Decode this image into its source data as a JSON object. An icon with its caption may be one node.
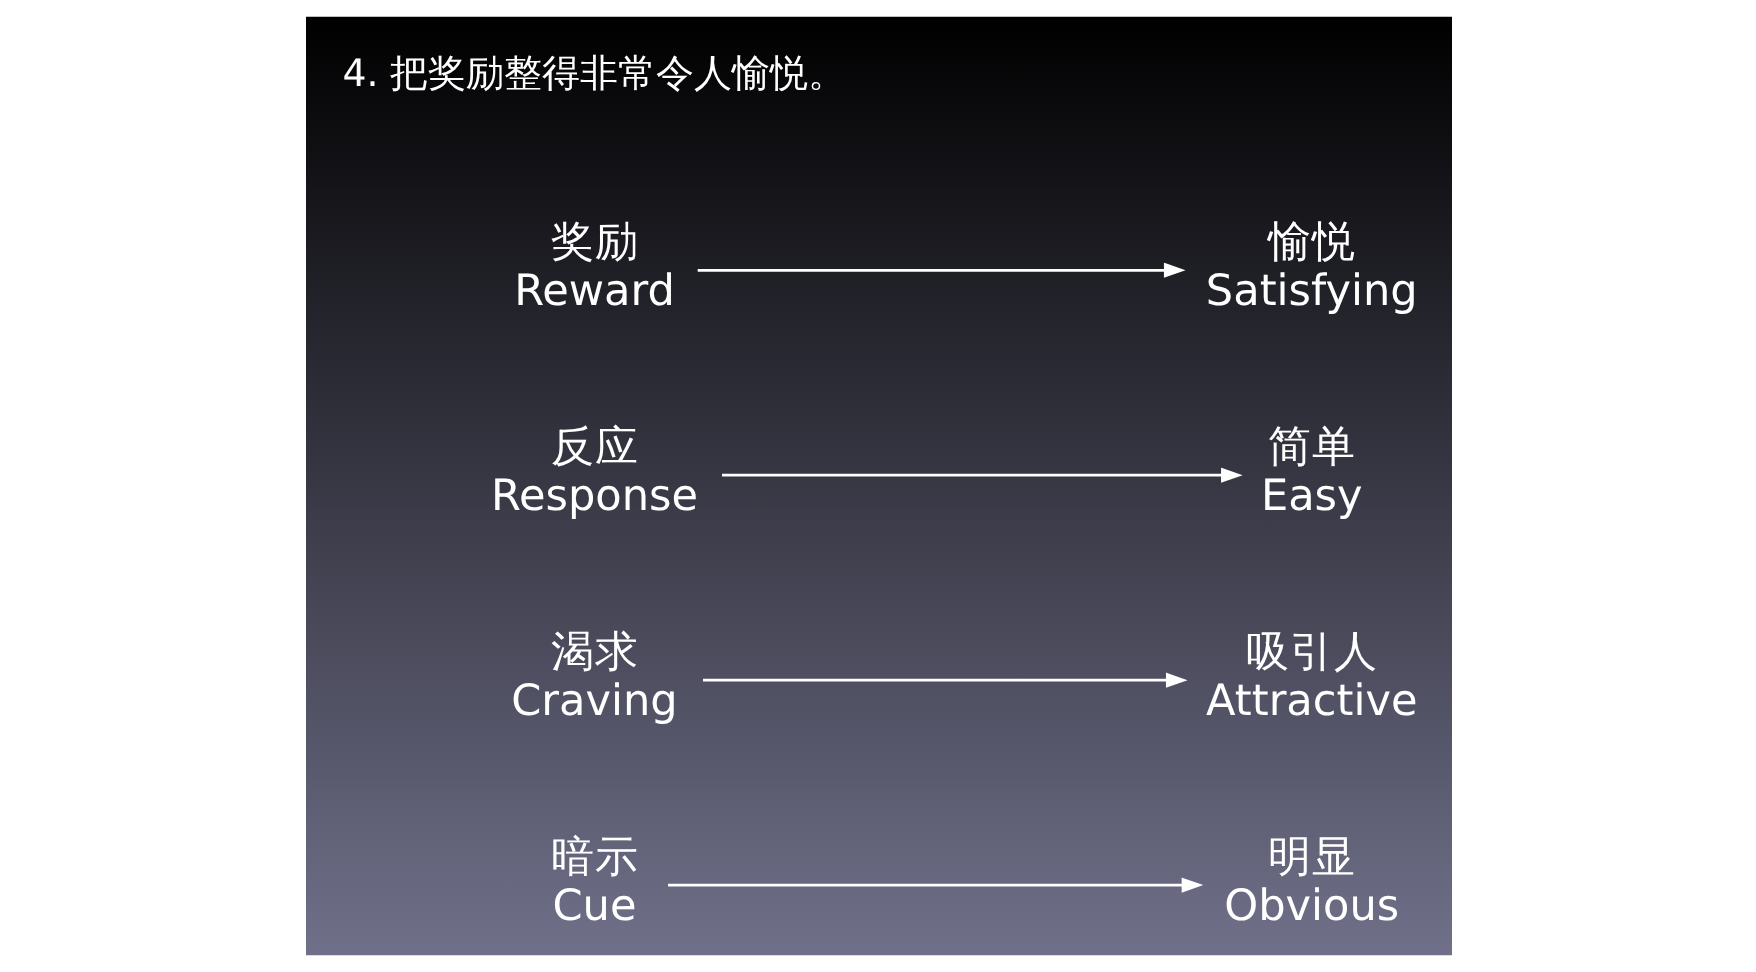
{
  "diagram": {
    "nodes": [
      {
        "text": [
          "暗示",
          "Cue"
        ]
      },
      {
        "text": [
          "明显",
          "Obvious"
        ]
      },
      {
        "text": [
          "渴求",
          "Craving"
        ]
      },
      {
        "text": [
          "吸引人",
          "Attractive"
        ]
      },
      {
        "text": [
          "反应",
          "Response"
        ]
      },
      {
        "text": [
          "简单",
          "Easy"
        ]
      },
      {
        "text": [
          "奖励",
          "Reward"
        ]
      },
      {
        "text": [
          "愉悦",
          "Satisfying"
        ]
      }
    ],
    "edges": [
      {
        "from": 0,
        "to": 1,
        "arrow": "to"
      },
      {
        "from": 2,
        "to": 3,
        "arrow": "to"
      },
      {
        "from": 4,
        "to": 5,
        "arrow": "to"
      },
      {
        "from": 6,
        "to": 7,
        "arrow": "to"
      }
    ],
    "labels": [
      "4. 把奖励整得非常令人愉悦。"
    ]
  }
}
